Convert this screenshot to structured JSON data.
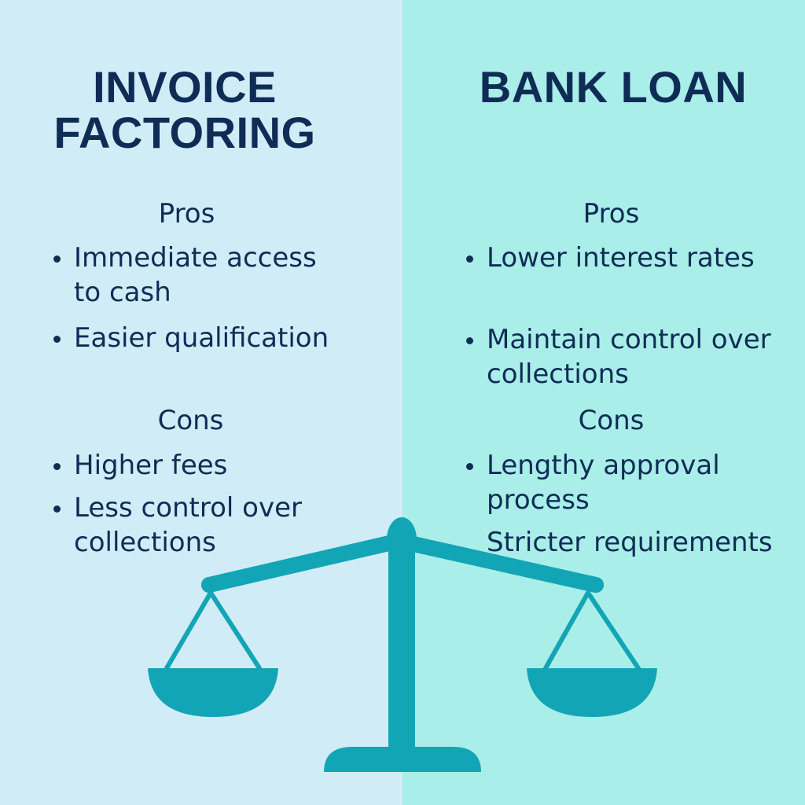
{
  "left": {
    "title": "INVOICE FACTORING",
    "pros_heading": "Pros",
    "pros": [
      "Immediate access to cash",
      "Easier qualification"
    ],
    "cons_heading": "Cons",
    "cons": [
      "Higher fees",
      "Less control over collections"
    ]
  },
  "right": {
    "title": "BANK LOAN",
    "pros_heading": "Pros",
    "pros": [
      "Lower interest rates",
      "Maintain control over collections"
    ],
    "cons_heading": "Cons",
    "cons": [
      "Lengthy approval process",
      "Stricter requirements"
    ]
  },
  "colors": {
    "left_bg": "#d0ecf7",
    "right_bg": "#a9eee8",
    "text": "#0f2c56",
    "scale": "#12a5b5"
  },
  "icons": {
    "scale": "balance-scale-icon"
  }
}
